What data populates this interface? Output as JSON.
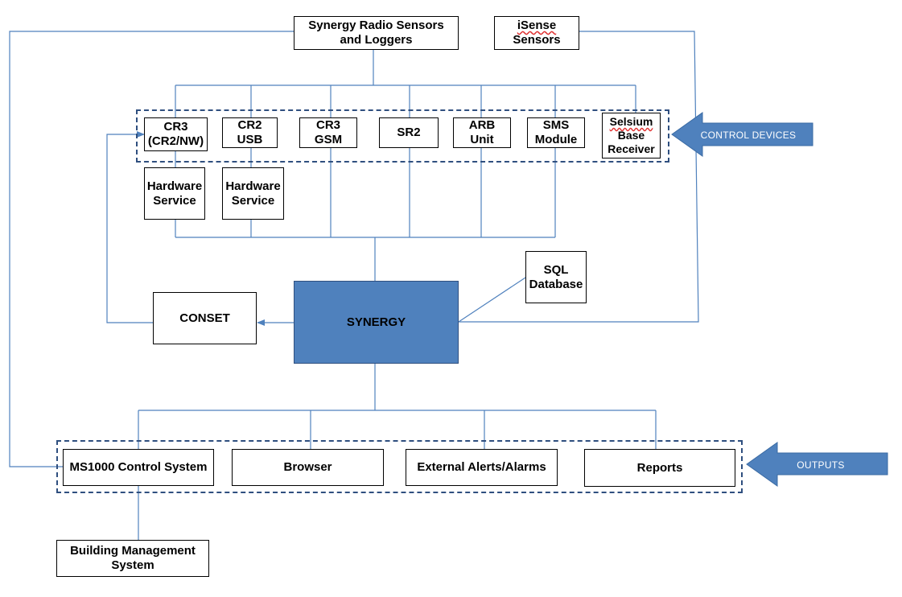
{
  "colors": {
    "line": "#4f81bd",
    "core_fill": "#4f81bd",
    "dashed_border": "#2f4f7f",
    "callout_fill": "#4f81bd"
  },
  "nodes": {
    "synergy_radio_sensors": "Synergy Radio Sensors\nand Loggers",
    "isense": "Sensors",
    "isense_prefix": "iSense",
    "cr3_nw": "CR3\n(CR2/NW)",
    "cr2_usb": "CR2\nUSB",
    "cr3_gsm": "CR3\nGSM",
    "sr2": "SR2",
    "arb_unit": "ARB\nUnit",
    "sms_module": "SMS\nModule",
    "selsium_word": "Selsium",
    "selsium_rest": "Base\nReceiver",
    "hardware_service_1": "Hardware\nService",
    "hardware_service_2": "Hardware\nService",
    "sql_database": "SQL\nDatabase",
    "conset": "CONSET",
    "synergy": "SYNERGY",
    "ms1000": "MS1000 Control System",
    "browser": "Browser",
    "external_alerts": "External Alerts/Alarms",
    "reports": "Reports",
    "building_management": "Building Management\nSystem"
  },
  "callouts": {
    "control_devices": "CONTROL DEVICES",
    "outputs": "OUTPUTS"
  }
}
